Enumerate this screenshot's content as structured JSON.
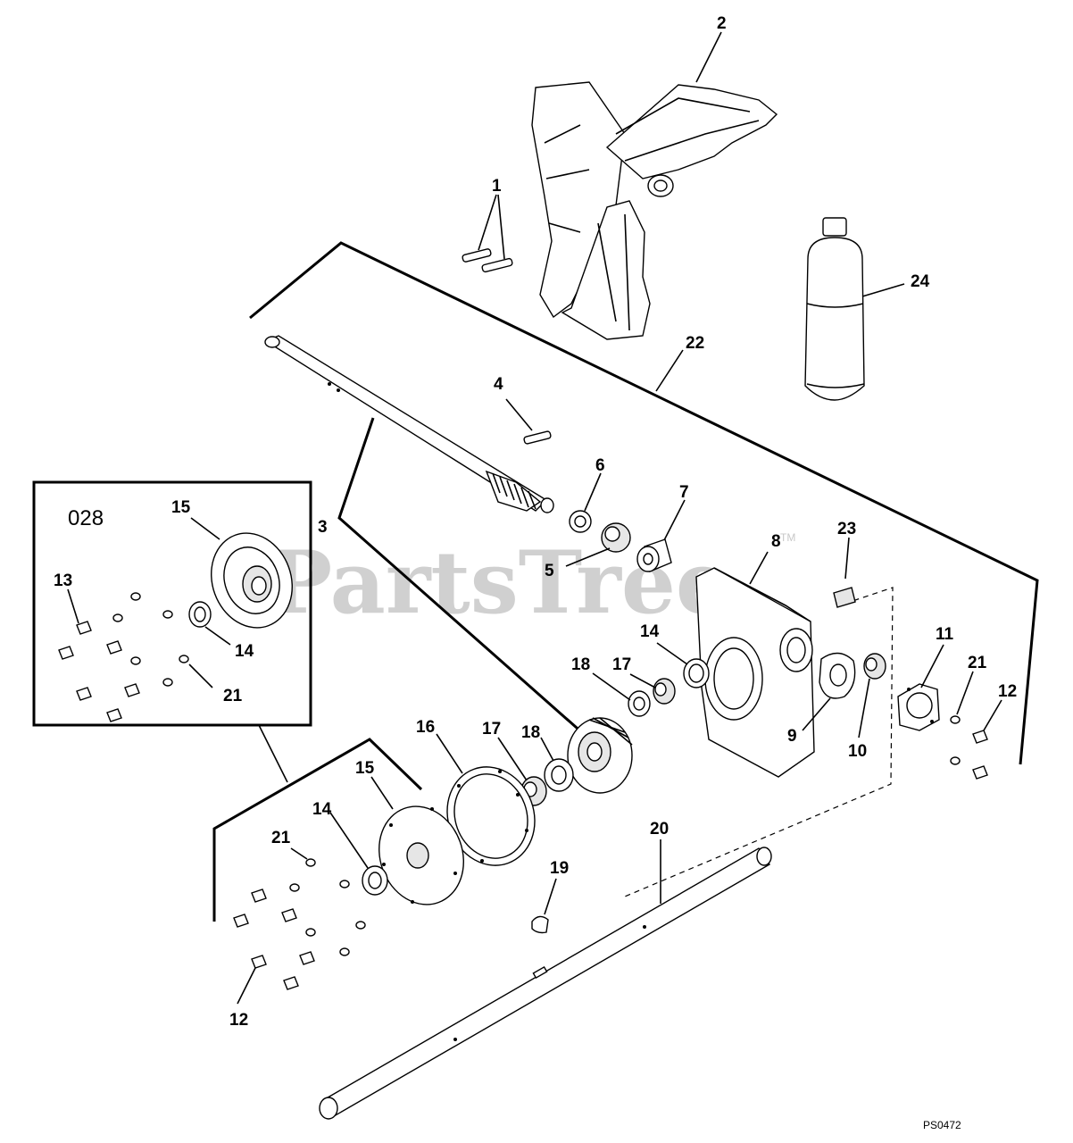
{
  "diagram": {
    "watermark": "PartsTree",
    "watermark_tm": "TM",
    "inset_code": "028",
    "figure_code": "PS0472",
    "callouts": {
      "c1": "1",
      "c2": "2",
      "c3": "3",
      "c4": "4",
      "c5": "5",
      "c6": "6",
      "c7": "7",
      "c8": "8",
      "c9": "9",
      "c10": "10",
      "c11": "11",
      "c12a": "12",
      "c12b": "12",
      "c13": "13",
      "c14a": "14",
      "c14b": "14",
      "c14c": "14",
      "c15a": "15",
      "c15b": "15",
      "c16": "16",
      "c17a": "17",
      "c17b": "17",
      "c18a": "18",
      "c18b": "18",
      "c19": "19",
      "c20": "20",
      "c21a": "21",
      "c21b": "21",
      "c21c": "21",
      "c22": "22",
      "c23": "23",
      "c24": "24"
    }
  }
}
